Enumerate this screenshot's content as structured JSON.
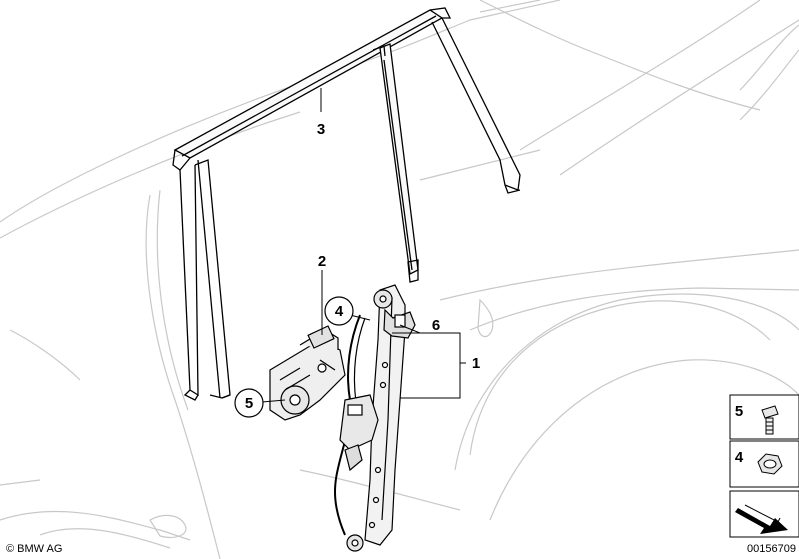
{
  "callouts": {
    "c1": "1",
    "c2": "2",
    "c3": "3",
    "c4": "4",
    "c5": "5",
    "c6": "6"
  },
  "legend": {
    "item5_number": "5",
    "item4_number": "4"
  },
  "footer": {
    "copyright": "© BMW AG",
    "image_code": "00156709"
  },
  "colors": {
    "line": "#000000",
    "ghost": "#c8c8c8",
    "part_fill": "#f2f2f2"
  }
}
